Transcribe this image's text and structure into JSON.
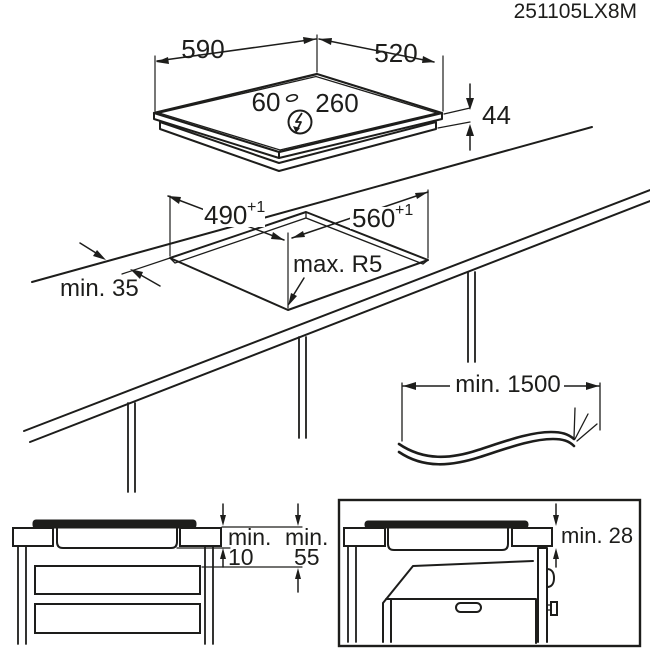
{
  "title": "251105LX8M",
  "top_view": {
    "width_label": "590",
    "depth_label": "520",
    "hole_offset_left": "60",
    "hole_offset_right": "260",
    "height_label": "44"
  },
  "cutout_view": {
    "cutout_depth": "490",
    "cutout_depth_tolerance": "+1",
    "cutout_width": "560",
    "cutout_width_tolerance": "+1",
    "corner_radius_label": "max. R5",
    "front_clearance_label": "min. 35"
  },
  "cable_view": {
    "cable_length_label": "min. 1500"
  },
  "drawer_section": {
    "gap_min_prefix": "min.",
    "gap_value": "10",
    "drawer_min_prefix": "min.",
    "drawer_value": "55"
  },
  "oven_section": {
    "clearance_label": "min. 28"
  },
  "icons": {
    "power_supply": "lightning-bolt-in-circle",
    "cable_entry": "oval-hole"
  },
  "colors": {
    "ink": "#1d1d1b",
    "background": "#ffffff"
  }
}
